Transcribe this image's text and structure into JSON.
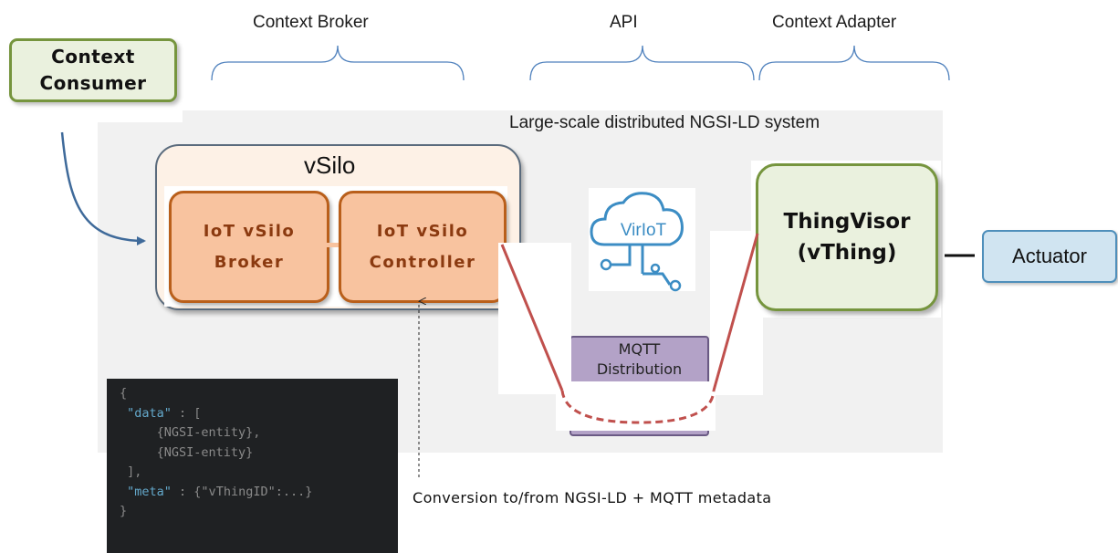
{
  "labels": {
    "context_broker": "Context Broker",
    "api": "API",
    "context_adapter": "Context Adapter",
    "system_title": "Large-scale distributed NGSI-LD system",
    "conversion_note": "Conversion to/from NGSI-LD + MQTT metadata"
  },
  "context_consumer": {
    "line1": "Context",
    "line2": "Consumer"
  },
  "vsilo": {
    "title": "vSilo",
    "broker": {
      "line1": "IoT vSilo",
      "line2": "Broker"
    },
    "controller": {
      "line1": "IoT vSilo",
      "line2": "Controller"
    }
  },
  "virtiot_logo": {
    "text": "VirIoT",
    "icon": "cloud-network-icon"
  },
  "mqtt": {
    "line1": "MQTT",
    "line2": "Distribution"
  },
  "thingvisor": {
    "line1": "ThingVisor",
    "line2": "(vThing)"
  },
  "actuator": {
    "label": "Actuator"
  },
  "code_snippet": {
    "lines": [
      {
        "text": "{",
        "key": ""
      },
      {
        "text": " : [",
        "key": "\"data\""
      },
      {
        "text": "     {NGSI-entity},",
        "key": ""
      },
      {
        "text": "     {NGSI-entity}",
        "key": ""
      },
      {
        "text": " ],",
        "key": ""
      },
      {
        "text": " : {\"vThingID\":...}",
        "key": "\"meta\""
      },
      {
        "text": "}",
        "key": ""
      }
    ]
  },
  "colors": {
    "green_fill": "#eaf1de",
    "green_border": "#76953e",
    "orange_fill": "#f8c39f",
    "orange_border": "#b95f1b",
    "red_line": "#c0504d",
    "arrow_blue": "#3f6a9a",
    "brace_blue": "#4f81bd",
    "mqtt_fill": "#b3a2c7"
  }
}
